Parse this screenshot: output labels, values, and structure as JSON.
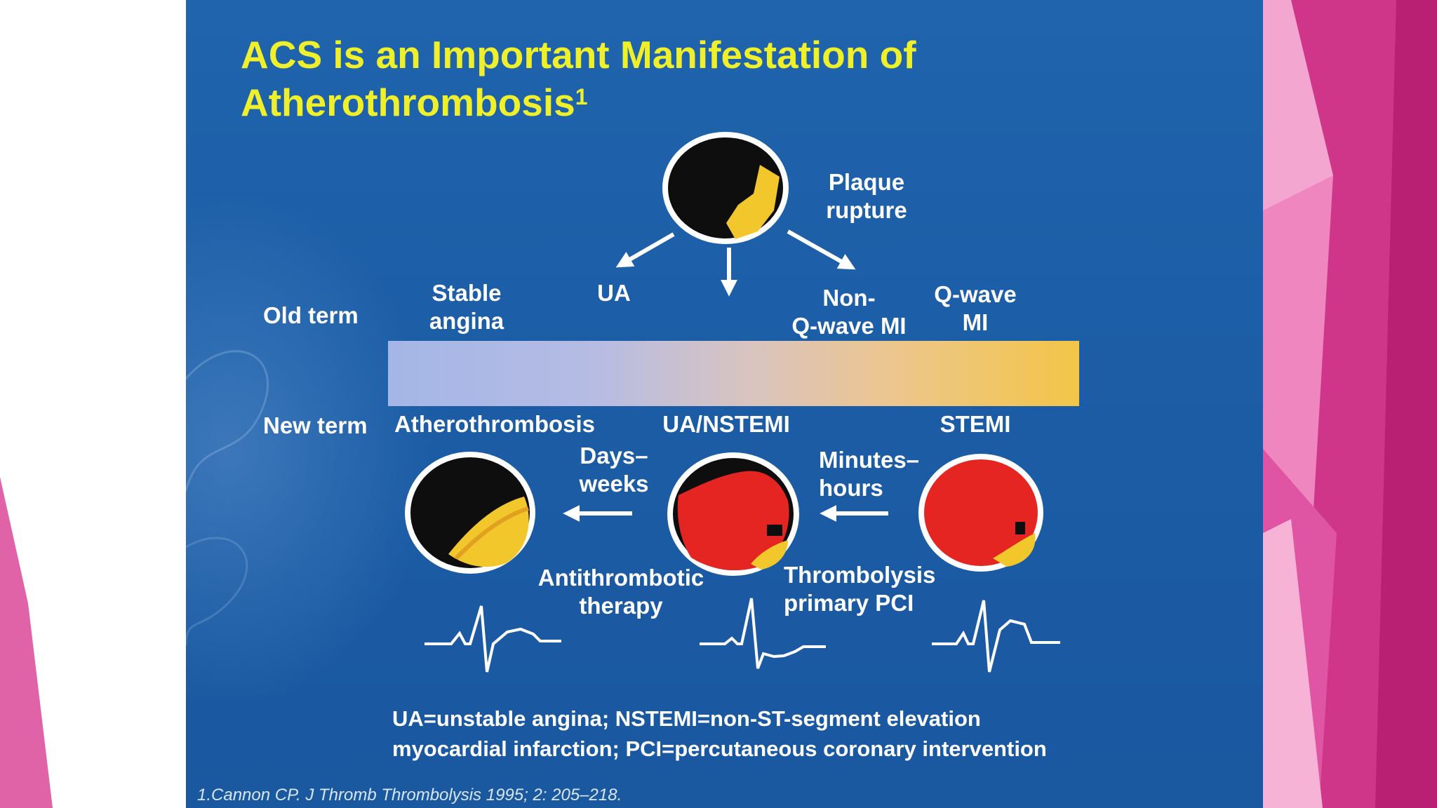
{
  "slide": {
    "title": "ACS is an Important Manifestation of",
    "title_line2": "Atherothrombosis",
    "title_superscript": "1",
    "top_circle_label_line1": "Plaque",
    "top_circle_label_line2": "rupture",
    "old_term_label": "Old term",
    "new_term_label": "New term",
    "old_terms": {
      "stable_angina_line1": "Stable",
      "stable_angina_line2": "angina",
      "ua": "UA",
      "non_q_line1": "Non-",
      "non_q_line2": "Q-wave MI",
      "q_wave_line1": "Q-wave",
      "q_wave_line2": "MI"
    },
    "new_terms": {
      "atherothrombosis": "Atherothrombosis",
      "ua_nstemi": "UA/NSTEMI",
      "stemi": "STEMI"
    },
    "transitions": {
      "days_weeks_line1": "Days–",
      "days_weeks_line2": "weeks",
      "minutes_hours_line1": "Minutes–",
      "minutes_hours_line2": "hours"
    },
    "therapies": {
      "antithrombotic_line1": "Antithrombotic",
      "antithrombotic_line2": "therapy",
      "thrombolysis_line1": "Thrombolysis",
      "thrombolysis_line2": "primary PCI"
    },
    "footnote_line1": "UA=unstable angina; NSTEMI=non-ST-segment elevation",
    "footnote_line2": "myocardial infarction; PCI=percutaneous coronary intervention",
    "citation": "1.Cannon CP. J Thromb Thrombolysis 1995; 2: 205–218."
  },
  "colors": {
    "slide_background": "#1c5da6",
    "title_yellow": "#f0f02a",
    "plaque_yellow": "#f2c72b",
    "thrombus_red": "#e52522",
    "lumen_black": "#0e0e0e",
    "theme_magenta": "#c0277f",
    "theme_pink": "#ef86bf"
  }
}
